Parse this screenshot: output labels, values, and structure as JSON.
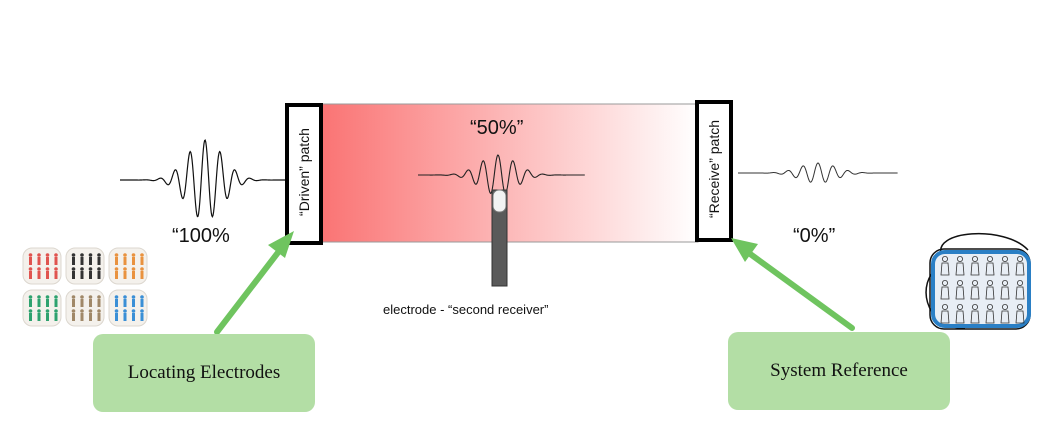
{
  "labels": {
    "driven_patch": "“Driven” patch",
    "receive_patch": "“Receive” patch",
    "pct_100": "“100%",
    "pct_50": "“50%”",
    "pct_0": "“0%”",
    "electrode": "electrode - “second receiver”"
  },
  "callouts": {
    "locating": "Locating Electrodes",
    "reference": "System Reference"
  },
  "colors": {
    "gradient_start": "#fa7474",
    "gradient_end": "#ffffff",
    "callout_fill": "#b3dea5",
    "arrow": "#6fc45f",
    "patch_border": "#000000",
    "electrode_color": "#5a5a5a",
    "electrode_sheet_colors": [
      "#e0544f",
      "#333333",
      "#e9923f",
      "#2ea26f",
      "#a08868",
      "#3a8fd6"
    ],
    "reference_outline": "#2a7fc5"
  },
  "icons": {
    "electrode_sheets": "electrode-sheets-icon",
    "reference_patch": "reference-patch-icon"
  }
}
